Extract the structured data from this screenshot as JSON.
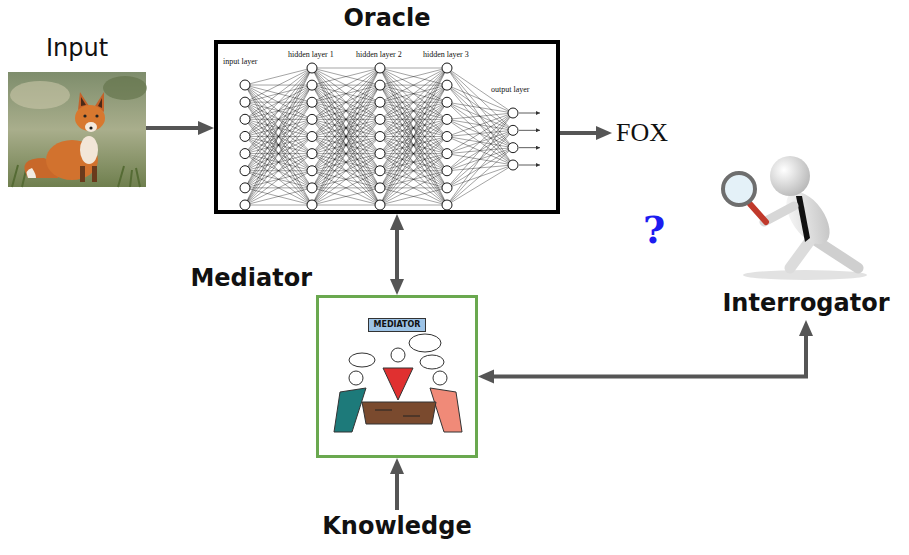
{
  "diagram": {
    "nodes": [
      {
        "text": [
          "Input"
        ]
      },
      {
        "text": [
          "Oracle"
        ]
      },
      {
        "text": [
          "FOX"
        ]
      },
      {
        "text": [
          "Mediator"
        ]
      },
      {
        "text": [
          "MEDIATOR"
        ],
        "in": 3
      },
      {
        "text": [
          "Interrogator"
        ]
      },
      {
        "text": [
          "Knowledge"
        ]
      }
    ],
    "edges": [
      {
        "from": 0,
        "to": 1,
        "arrow": "to"
      },
      {
        "from": 1,
        "to": 2,
        "arrow": "to"
      },
      {
        "from": 1,
        "to": 3,
        "arrow": "both"
      },
      {
        "from": 3,
        "to": 5,
        "arrow": "both"
      },
      {
        "from": 6,
        "to": 3,
        "arrow": "to"
      }
    ],
    "labels": [
      "input layer",
      "hidden layer 1",
      "hidden layer 2",
      "hidden layer 3",
      "output layer",
      "?"
    ]
  }
}
